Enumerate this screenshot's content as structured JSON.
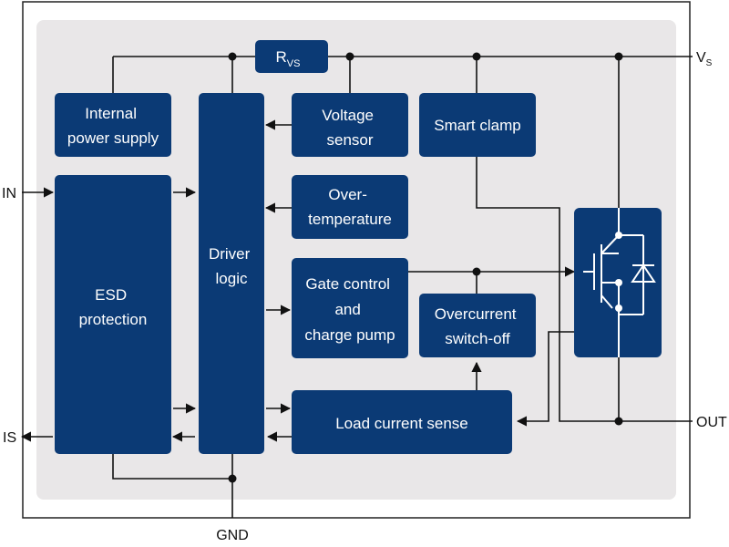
{
  "diagram": {
    "colors": {
      "block": "#0b3a75",
      "background": "#e9e7e8",
      "border": "#222222",
      "wire": "#111111"
    },
    "pins": {
      "in": "IN",
      "is": "IS",
      "gnd": "GND",
      "out": "OUT",
      "vs_main": "V",
      "vs_sub": "S"
    },
    "resistor": {
      "main": "R",
      "sub": "VS"
    },
    "blocks": {
      "internal_power_supply": [
        "Internal",
        "power supply"
      ],
      "esd_protection": [
        "ESD",
        "protection"
      ],
      "driver_logic": [
        "Driver",
        "logic"
      ],
      "voltage_sensor": [
        "Voltage",
        "sensor"
      ],
      "over_temperature": [
        "Over-",
        "temperature"
      ],
      "gate_control": [
        "Gate control",
        "and",
        "charge pump"
      ],
      "smart_clamp": [
        "Smart clamp"
      ],
      "overcurrent_switch_off": [
        "Overcurrent",
        "switch-off"
      ],
      "load_current_sense": [
        "Load current sense"
      ]
    }
  }
}
